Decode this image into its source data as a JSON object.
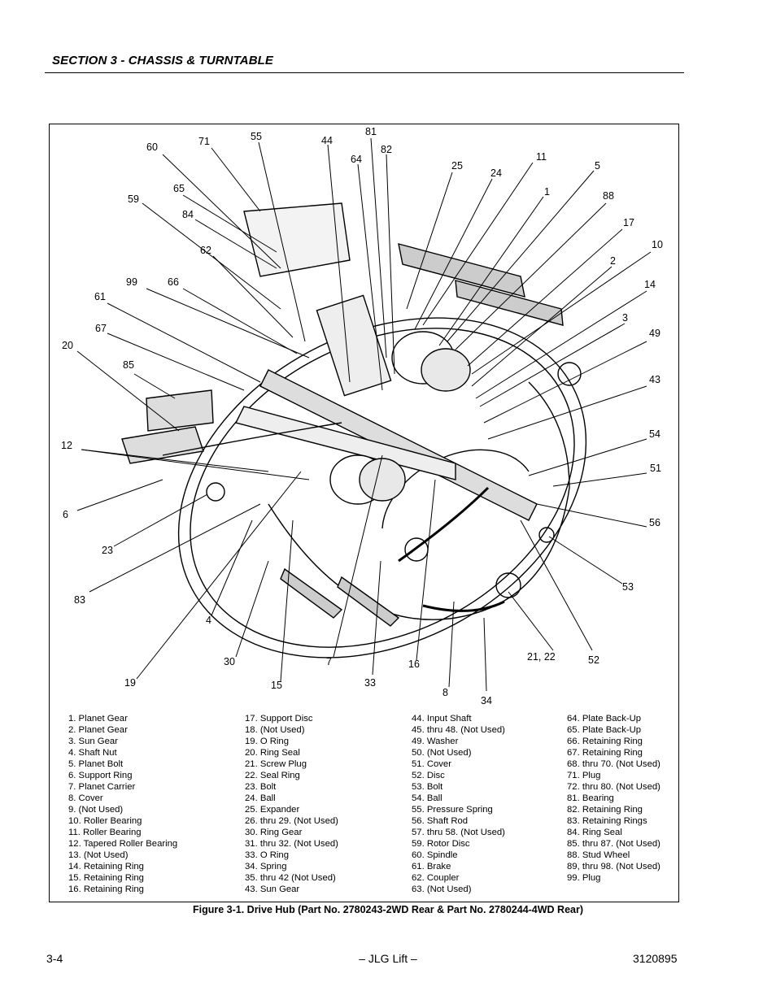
{
  "header": {
    "section_title": "SECTION 3 - CHASSIS & TURNTABLE"
  },
  "figure": {
    "callouts": [
      {
        "id": "c60",
        "text": "60"
      },
      {
        "id": "c71",
        "text": "71"
      },
      {
        "id": "c55",
        "text": "55"
      },
      {
        "id": "c44",
        "text": "44"
      },
      {
        "id": "c81",
        "text": "81"
      },
      {
        "id": "c82",
        "text": "82"
      },
      {
        "id": "c64",
        "text": "64"
      },
      {
        "id": "c25",
        "text": "25"
      },
      {
        "id": "c11",
        "text": "11"
      },
      {
        "id": "c24",
        "text": "24"
      },
      {
        "id": "c5",
        "text": "5"
      },
      {
        "id": "c1",
        "text": "1"
      },
      {
        "id": "c88",
        "text": "88"
      },
      {
        "id": "c65",
        "text": "65"
      },
      {
        "id": "c59",
        "text": "59"
      },
      {
        "id": "c84",
        "text": "84"
      },
      {
        "id": "c17",
        "text": "17"
      },
      {
        "id": "c10",
        "text": "10"
      },
      {
        "id": "c62",
        "text": "62"
      },
      {
        "id": "c2",
        "text": "2"
      },
      {
        "id": "c99",
        "text": "99"
      },
      {
        "id": "c66",
        "text": "66"
      },
      {
        "id": "c14",
        "text": "14"
      },
      {
        "id": "c61",
        "text": "61"
      },
      {
        "id": "c3",
        "text": "3"
      },
      {
        "id": "c67",
        "text": "67"
      },
      {
        "id": "c49",
        "text": "49"
      },
      {
        "id": "c20",
        "text": "20"
      },
      {
        "id": "c85",
        "text": "85"
      },
      {
        "id": "c43",
        "text": "43"
      },
      {
        "id": "c54",
        "text": "54"
      },
      {
        "id": "c12",
        "text": "12"
      },
      {
        "id": "c51",
        "text": "51"
      },
      {
        "id": "c6",
        "text": "6"
      },
      {
        "id": "c56",
        "text": "56"
      },
      {
        "id": "c23",
        "text": "23"
      },
      {
        "id": "c53",
        "text": "53"
      },
      {
        "id": "c83",
        "text": "83"
      },
      {
        "id": "c4",
        "text": "4"
      },
      {
        "id": "c21_22",
        "text": "21, 22"
      },
      {
        "id": "c30",
        "text": "30"
      },
      {
        "id": "c7",
        "text": "7"
      },
      {
        "id": "c52",
        "text": "52"
      },
      {
        "id": "c16",
        "text": "16"
      },
      {
        "id": "c19",
        "text": "19"
      },
      {
        "id": "c15",
        "text": "15"
      },
      {
        "id": "c33",
        "text": "33"
      },
      {
        "id": "c8",
        "text": "8"
      },
      {
        "id": "c34",
        "text": "34"
      }
    ],
    "legend": {
      "col1": [
        "1.  Planet Gear",
        "2.  Planet Gear",
        "3.  Sun Gear",
        "4.  Shaft Nut",
        "5.  Planet Bolt",
        "6.  Support Ring",
        "7.  Planet Carrier",
        "8.  Cover",
        "9.  (Not Used)",
        "10.  Roller Bearing",
        "11.  Roller Bearing",
        "12.  Tapered Roller Bearing",
        "13.  (Not Used)",
        "14.  Retaining Ring",
        "15.  Retaining Ring",
        "16.  Retaining Ring"
      ],
      "col2": [
        "17.  Support Disc",
        "18.  (Not Used)",
        "19.  O Ring",
        "20.  Ring Seal",
        "21.  Screw Plug",
        "22.  Seal Ring",
        "23.  Bolt",
        "24.  Ball",
        "25.  Expander",
        "26. thru 29. (Not Used)",
        "30.  Ring Gear",
        "31. thru 32. (Not Used)",
        "33.  O Ring",
        "34.  Spring",
        "35. thru 42 (Not Used)",
        "43.  Sun Gear"
      ],
      "col3": [
        "44.  Input Shaft",
        "45. thru 48. (Not Used)",
        "49.  Washer",
        "50.  (Not Used)",
        "51.  Cover",
        "52.  Disc",
        "53.  Bolt",
        "54.  Ball",
        "55.  Pressure Spring",
        "56.  Shaft Rod",
        "57. thru 58. (Not Used)",
        "59.  Rotor Disc",
        "60.  Spindle",
        "61.  Brake",
        "62.  Coupler",
        "63.  (Not Used)"
      ],
      "col4": [
        "64.  Plate Back-Up",
        "65.  Plate Back-Up",
        "66.  Retaining Ring",
        "67.  Retaining Ring",
        "68. thru 70. (Not Used)",
        "71.  Plug",
        "72. thru 80. (Not Used)",
        "81.  Bearing",
        "82.  Retaining Ring",
        "83.  Retaining Rings",
        "84.  Ring Seal",
        "85. thru 87. (Not Used)",
        "88.  Stud Wheel",
        "89, thru 98. (Not Used)",
        "99.  Plug"
      ]
    },
    "caption": "Figure 3-1.  Drive Hub (Part No. 2780243-2WD Rear & Part No. 2780244-4WD Rear)"
  },
  "footer": {
    "page_number": "3-4",
    "center": "– JLG Lift –",
    "doc_number": "3120895"
  }
}
